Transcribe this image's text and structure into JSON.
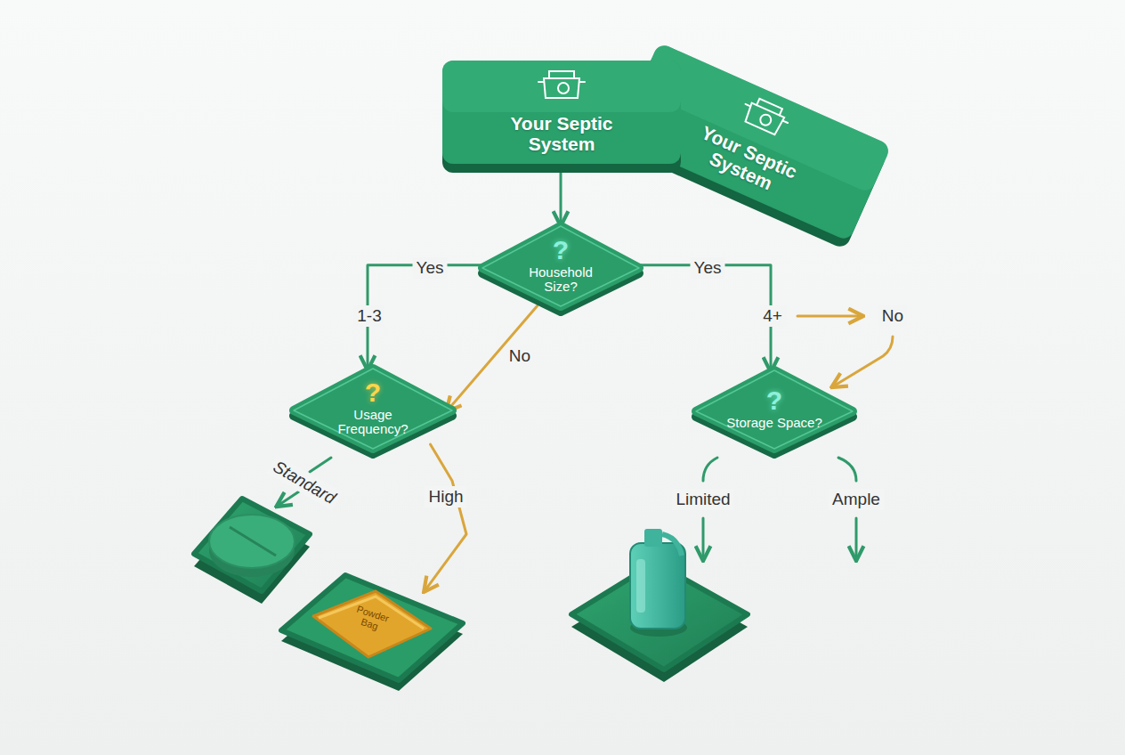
{
  "diagram": {
    "nodes": [
      {
        "text": [
          "Your Septic System"
        ]
      },
      {
        "text": [
          "Your Septic System"
        ]
      },
      {
        "text": [
          "?",
          "Household Size?"
        ]
      },
      {
        "text": [
          "?",
          "Usage Frequency?"
        ]
      },
      {
        "text": [
          "?",
          "Storage Space?"
        ]
      },
      {
        "text": [
          "Powder Bag"
        ]
      }
    ],
    "edges": [
      {
        "from": 0,
        "to": 2,
        "arrow": "to"
      },
      {
        "from": 2,
        "to": 3,
        "label": "Yes",
        "arrow": "to"
      },
      {
        "from": 2,
        "to": 3,
        "label": "No",
        "arrow": "to"
      },
      {
        "from": 2,
        "to": 4,
        "label": "Yes",
        "arrow": "to"
      },
      {
        "from": 3,
        "to": 5,
        "label": "High",
        "arrow": "to"
      }
    ],
    "labels": [
      "1-3",
      "4+",
      "No",
      "Standard",
      "Limited",
      "Ample"
    ]
  }
}
